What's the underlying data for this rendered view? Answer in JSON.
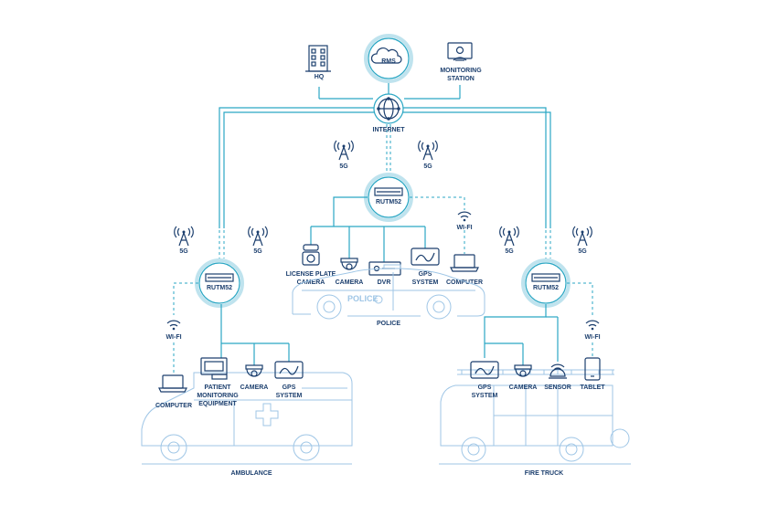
{
  "colors": {
    "navy": "#1c3f6e",
    "teal": "#2ba7c4",
    "light": "#9fc6e6"
  },
  "top": {
    "hq": "HQ",
    "rms": "RMS",
    "monitoring_1": "MONITORING",
    "monitoring_2": "STATION",
    "internet": "INTERNET"
  },
  "towers": {
    "g5": "5G"
  },
  "router": {
    "label": "RUTM52"
  },
  "wifi": {
    "label": "WI-FI"
  },
  "police": {
    "caption": "POLICE",
    "car_text": "POLICE",
    "lpr_1": "LICENSE PLATE",
    "lpr_2": "CAMERA",
    "camera": "CAMERA",
    "dvr": "DVR",
    "gps_1": "GPS",
    "gps_2": "SYSTEM",
    "computer": "COMPUTER"
  },
  "ambulance": {
    "caption": "AMBULANCE",
    "computer": "COMPUTER",
    "pme_1": "PATIENT",
    "pme_2": "MONITORING",
    "pme_3": "EQUIPMENT",
    "camera": "CAMERA",
    "gps_1": "GPS",
    "gps_2": "SYSTEM"
  },
  "firetruck": {
    "caption": "FIRE TRUCK",
    "gps_1": "GPS",
    "gps_2": "SYSTEM",
    "camera": "CAMERA",
    "sensor": "SENSOR",
    "tablet": "TABLET"
  }
}
